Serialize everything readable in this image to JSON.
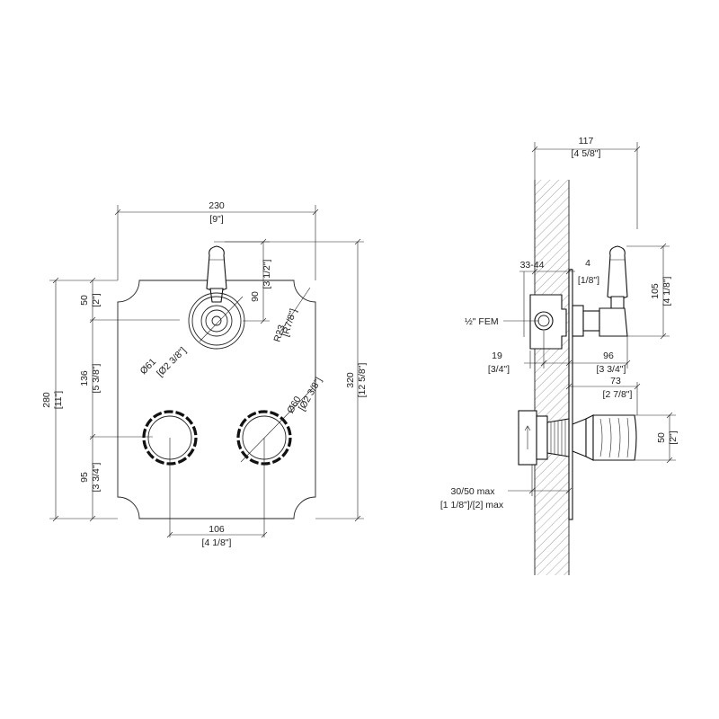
{
  "front_view": {
    "width_mm": "230",
    "width_in": "[9\"]",
    "plate_height_mm": "280",
    "plate_height_in": "[11\"]",
    "overall_height_mm": "320",
    "overall_height_in": "[12 5/8\"]",
    "top_offset_mm": "50",
    "top_offset_in": "[2\"]",
    "mid_spacing_mm": "136",
    "mid_spacing_in": "[5 3/8\"]",
    "bottom_offset_mm": "95",
    "bottom_offset_in": "[3 3/4\"]",
    "handle_height_mm": "90",
    "handle_height_in": "[3 1/2\"]",
    "corner_radius_mm": "R23",
    "corner_radius_in": "[R7/8\"]",
    "top_dia_mm": "Ø61",
    "top_dia_in": "[Ø2 3/8\"]",
    "knob_dia_mm": "Ø60",
    "knob_dia_in": "[Ø2 3/8\"]",
    "knob_spacing_mm": "106",
    "knob_spacing_in": "[4 1/8\"]"
  },
  "side_view": {
    "depth_mm": "117",
    "depth_in": "[4 5/8\"]",
    "wall_range_mm": "33-44",
    "plate_mm": "4",
    "plate_in": "[1/8\"]",
    "handle_height_mm": "105",
    "handle_height_in": "[4 1/8\"]",
    "fem_label": "½\" FEM",
    "inlet_mm": "19",
    "inlet_in": "[3/4\"]",
    "lever_proj_mm": "96",
    "lever_proj_in": "[3 3/4\"]",
    "knob_proj_mm": "73",
    "knob_proj_in": "[2 7/8\"]",
    "knob_height_mm": "50",
    "knob_height_in": "[2\"]",
    "max_depth_mm": "30/50 max",
    "max_depth_in": "[1 1/8\"]/[2] max"
  },
  "colors": {
    "line": "#222222",
    "hatch": "#888888",
    "background": "#ffffff"
  }
}
